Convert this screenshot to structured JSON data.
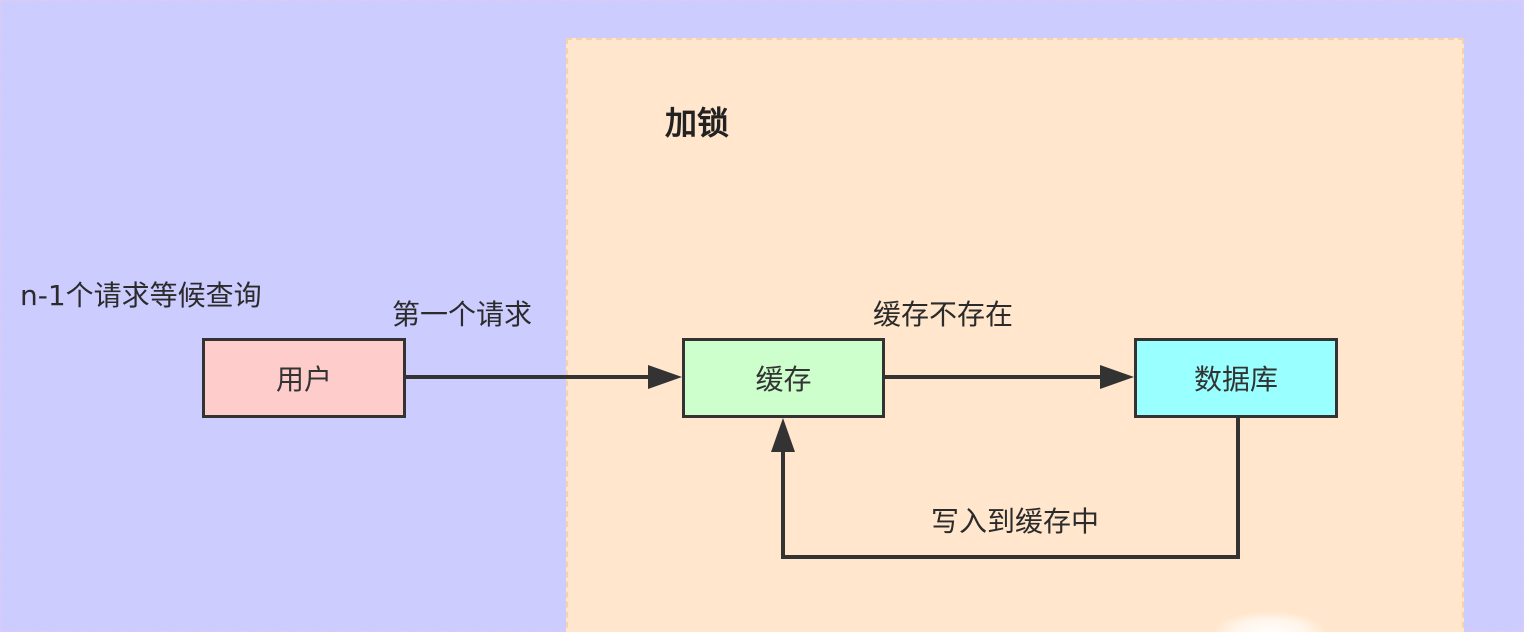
{
  "lock": {
    "title": "加锁"
  },
  "labels": {
    "waiting": "n-1个请求等候查询",
    "first_request": "第一个请求",
    "cache_missing": "缓存不存在",
    "write_back": "写入到缓存中"
  },
  "nodes": {
    "user": {
      "label": "用户",
      "color": "#ffcccc"
    },
    "cache": {
      "label": "缓存",
      "color": "#ccffcc"
    },
    "database": {
      "label": "数据库",
      "color": "#99ffff"
    }
  },
  "colors": {
    "background": "#ccccff",
    "lock_region": "#ffe6cc",
    "stroke": "#333333"
  }
}
